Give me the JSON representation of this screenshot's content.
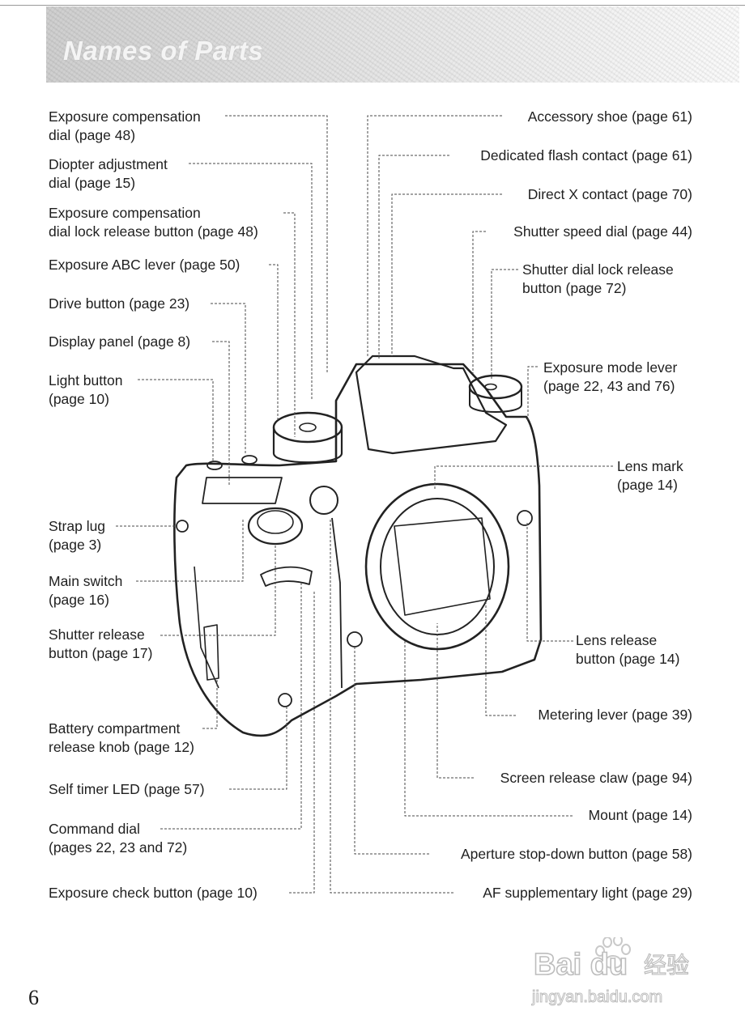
{
  "header": {
    "title": "Names of Parts"
  },
  "page": {
    "number": "6"
  },
  "labels_left": {
    "exp_comp_dial": "Exposure compensation\ndial (page 48)",
    "diopter": "Diopter adjustment\ndial (page 15)",
    "exp_comp_lock": "Exposure compensation\ndial lock release button (page 48)",
    "abc_lever": "Exposure ABC lever (page 50)",
    "drive": "Drive button (page 23)",
    "display_panel": "Display panel (page 8)",
    "light_button": "Light button\n(page 10)",
    "strap_lug": "Strap lug\n(page 3)",
    "main_switch": "Main switch\n(page 16)",
    "shutter_release": "Shutter release\nbutton (page 17)",
    "battery_knob": "Battery compartment\nrelease knob (page 12)",
    "self_timer": "Self timer LED (page 57)",
    "command_dial": "Command dial\n(pages 22, 23 and 72)",
    "exp_check": "Exposure check button (page 10)"
  },
  "labels_right": {
    "accessory_shoe": "Accessory shoe (page 61)",
    "flash_contact": "Dedicated flash contact (page 61)",
    "x_contact": "Direct X contact (page 70)",
    "shutter_speed_dial": "Shutter speed dial (page 44)",
    "shutter_lock": "Shutter dial lock release\nbutton (page 72)",
    "exposure_mode": "Exposure mode lever\n(page 22, 43 and 76)",
    "lens_mark": "Lens mark\n(page 14)",
    "lens_release": "Lens release\nbutton (page 14)",
    "metering_lever": "Metering lever (page 39)",
    "screen_claw": "Screen release claw (page 94)",
    "mount": "Mount (page 14)",
    "aperture_stop": "Aperture stop-down button (page 58)",
    "af_light": "AF supplementary light (page 29)"
  },
  "watermark": {
    "brand": "Bai du",
    "chinese": "经验",
    "url": "jingyan.baidu.com"
  },
  "colors": {
    "ink": "#1f1f1f",
    "leader": "#4a4a4a",
    "header_band": "#d8d8d8"
  }
}
